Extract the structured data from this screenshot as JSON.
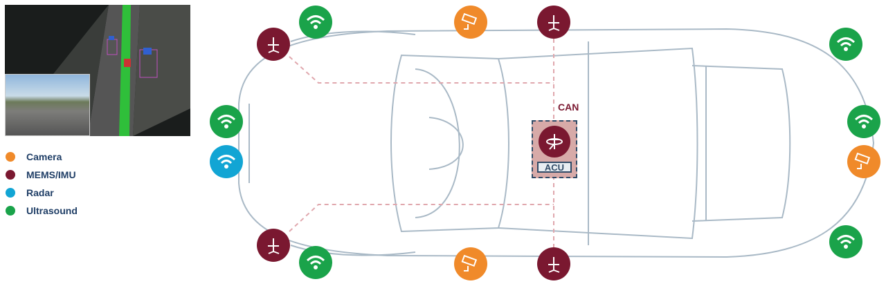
{
  "legend": [
    {
      "label": "Camera",
      "color": "#f08a2a"
    },
    {
      "label": "MEMS/IMU",
      "color": "#7a1830"
    },
    {
      "label": "Radar",
      "color": "#12a5d4"
    },
    {
      "label": "Ultrasound",
      "color": "#1aa34a"
    }
  ],
  "bus_label": "CAN",
  "controller_label": "ACU"
}
